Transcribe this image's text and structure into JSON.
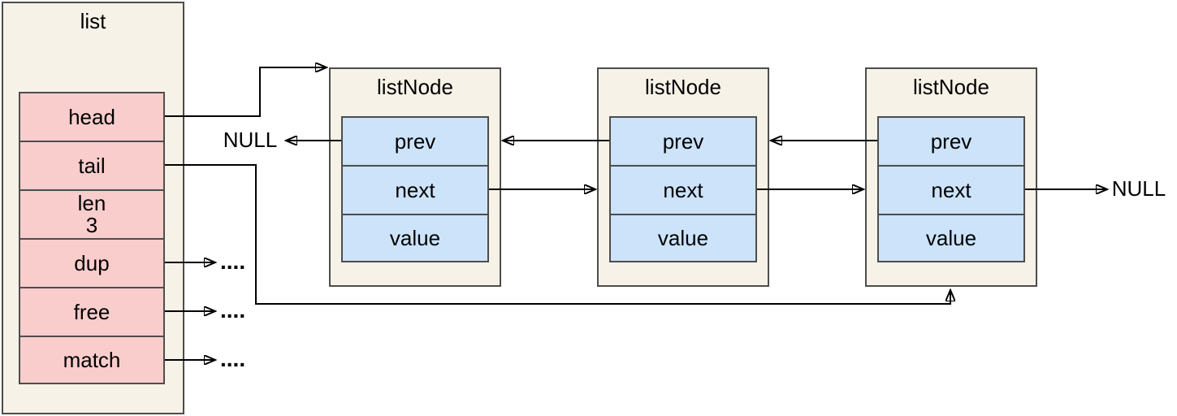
{
  "list_struct": {
    "title": "list",
    "fields": [
      {
        "label": "head"
      },
      {
        "label": "tail"
      },
      {
        "label": "len",
        "value": "3"
      },
      {
        "label": "dup"
      },
      {
        "label": "free"
      },
      {
        "label": "match"
      }
    ]
  },
  "nodes": [
    {
      "title": "listNode",
      "fields": [
        {
          "label": "prev"
        },
        {
          "label": "next"
        },
        {
          "label": "value"
        }
      ]
    },
    {
      "title": "listNode",
      "fields": [
        {
          "label": "prev"
        },
        {
          "label": "next"
        },
        {
          "label": "value"
        }
      ]
    },
    {
      "title": "listNode",
      "fields": [
        {
          "label": "prev"
        },
        {
          "label": "next"
        },
        {
          "label": "value"
        }
      ]
    }
  ],
  "labels": {
    "null_left": "NULL",
    "null_right": "NULL",
    "dup_dots": "....",
    "free_dots": "....",
    "match_dots": "...."
  },
  "colors": {
    "box_fill": "#F7F2E7",
    "struct_field_fill": "#FACDCD",
    "node_field_fill": "#CCE3FA",
    "border": "#4D4D4D",
    "arrow": "#000000",
    "background": "#FFFFFF"
  }
}
